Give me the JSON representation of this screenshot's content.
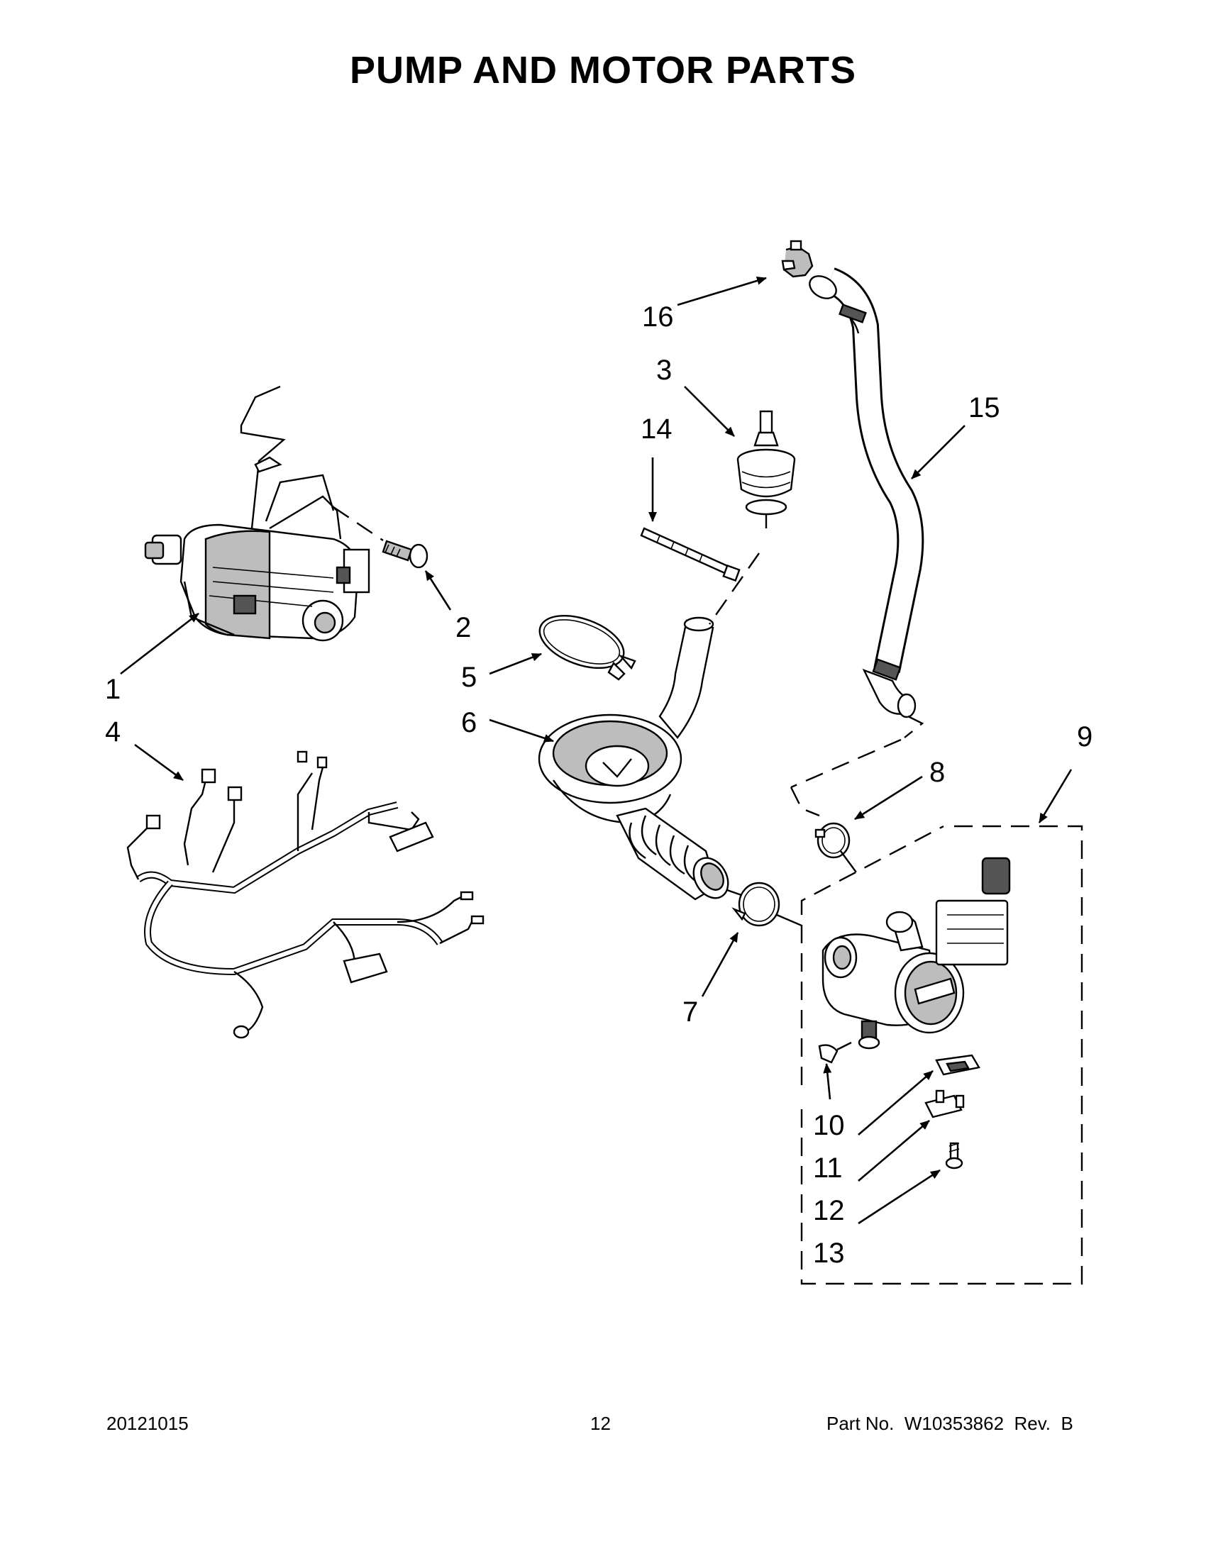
{
  "title": "PUMP AND MOTOR PARTS",
  "callouts": [
    "1",
    "2",
    "3",
    "4",
    "5",
    "6",
    "7",
    "8",
    "9",
    "10",
    "11",
    "12",
    "13",
    "14",
    "15",
    "16"
  ],
  "footer": {
    "date": "20121015",
    "page": "12",
    "part_no": "Part No.  W10353862  Rev.  B"
  }
}
